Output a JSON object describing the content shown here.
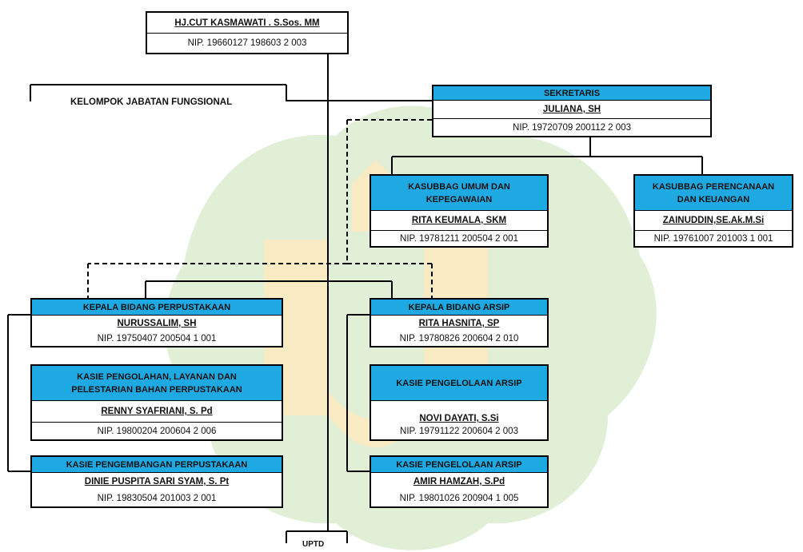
{
  "head": {
    "name": "HJ.CUT KASMAWATI . S.Sos. MM",
    "nip": "NIP. 19660127 198603 2 003"
  },
  "kelompok": "KELOMPOK JABATAN FUNGSIONAL",
  "sekretaris": {
    "title": "SEKRETARIS",
    "name": "JULIANA, SH",
    "nip": "NIP. 19720709 200112 2 003"
  },
  "kasubbag_umum": {
    "title1": "KASUBBAG UMUM DAN",
    "title2": "KEPEGAWAIAN",
    "name": "RITA KEUMALA, SKM",
    "nip": "NIP. 19781211 200504 2 001"
  },
  "kasubbag_perencanaan": {
    "title1": "KASUBBAG PERENCANAAN",
    "title2": "DAN KEUANGAN",
    "name": "ZAINUDDIN,SE.Ak.M.Si",
    "nip": "NIP. 19761007 201003 1 001"
  },
  "kabid_perpustakaan": {
    "title": "KEPALA BIDANG PERPUSTAKAAN",
    "name": "NURUSSALIM, SH",
    "nip": "NIP. 19750407 200504 1 001"
  },
  "kasie_pengolahan": {
    "title1": "KASIE PENGOLAHAN, LAYANAN DAN",
    "title2": "PELESTARIAN BAHAN PERPUSTAKAAN",
    "name": "RENNY SYAFRIANI, S. Pd",
    "nip": "NIP. 19800204 200604 2 006"
  },
  "kasie_pengembangan": {
    "title": "KASIE PENGEMBANGAN PERPUSTAKAAN",
    "name": "DINIE PUSPITA SARI SYAM, S. Pt",
    "nip": "NIP. 19830504 201003 2 001"
  },
  "kabid_arsip": {
    "title": "KEPALA BIDANG ARSIP",
    "name": "RITA HASNITA, SP",
    "nip": "NIP. 19780826 200604 2 010"
  },
  "kasie_arsip1": {
    "title": "KASIE PENGELOLAAN ARSIP",
    "name": "NOVI DAYATI, S.Si",
    "nip": "NIP. 19791122 200604 2 003"
  },
  "kasie_arsip2": {
    "title": "KASIE PENGELOLAAN ARSIP",
    "name": "AMIR HAMZAH, S.Pd",
    "nip": "NIP. 19801026 200904 1 005"
  },
  "uptd": "UPTD",
  "colors": {
    "header_blue": "#1fa9e3",
    "watermark_green": "#b9d9a2",
    "watermark_gold": "#f2d27a"
  }
}
